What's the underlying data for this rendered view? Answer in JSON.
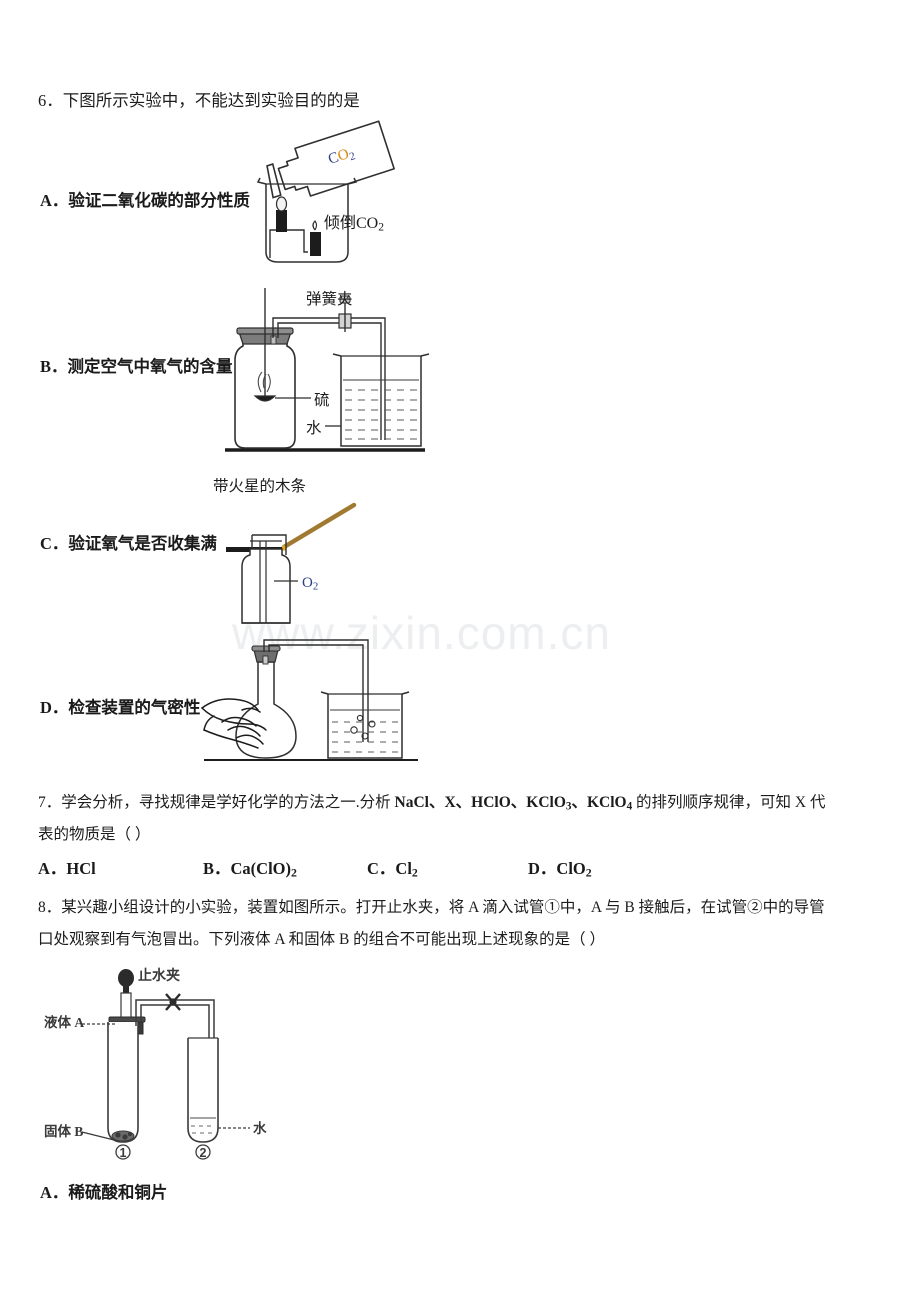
{
  "watermark": {
    "text": "www.zixin.com.cn"
  },
  "questions": [
    {
      "number": "6",
      "stem": "．下图所示实验中，不能达到实验目的的是",
      "options": [
        {
          "label": "A．",
          "text": "验证二氧化碳的部分性质"
        },
        {
          "label": "B．",
          "text": "测定空气中氧气的含量"
        },
        {
          "label": "C．",
          "text": "验证氧气是否收集满"
        },
        {
          "label": "D．",
          "text": "检查装置的气密性"
        }
      ],
      "figure_labels": {
        "a_bottle": "CO",
        "a_bottle_sub": "2",
        "a_caption": "倾倒CO",
        "a_caption_sub": "2",
        "b_clamp": "弹簧夹",
        "b_sulfur": "硫",
        "b_water": "水",
        "c_splint": "带火星的木条",
        "c_gas": "O",
        "c_gas_sub": "2"
      }
    },
    {
      "number": "7",
      "stem_line1_a": "．学会分析，寻找规律是学好化学的方法之一.分析 ",
      "stem_formula": "NaCl、X、HClO、KClO3、KClO4",
      "stem_line1_b": " 的排列顺序规律，可知 X 代",
      "stem_line2": "表的物质是（     ）",
      "choices": [
        {
          "label": "A．",
          "formula": "HCl"
        },
        {
          "label": "B．",
          "formula": "Ca(ClO)2"
        },
        {
          "label": "C．",
          "formula": "Cl2"
        },
        {
          "label": "D．",
          "formula": "ClO2"
        }
      ]
    },
    {
      "number": "8",
      "stem_line1": "．某兴趣小组设计的小实验，装置如图所示。打开止水夹，将 A 滴入试管①中，A 与 B 接触后，在试管②中的导管",
      "stem_line2": "口处观察到有气泡冒出。下列液体 A 和固体 B 的组合不可能出现上述现象的是（     ）",
      "figure_labels": {
        "clamp": "止水夹",
        "liquid_a": "液体 A",
        "solid_b": "固体 B",
        "water": "水",
        "tube_one": "①",
        "tube_two": "②"
      },
      "options": [
        {
          "label": "A．",
          "text": "稀硫酸和铜片"
        }
      ]
    }
  ],
  "colors": {
    "ink": "#1c1c1c",
    "line": "#3a3a3a",
    "co2_orange": "#d9880f",
    "co2_blue": "#2b3f86",
    "splint_brown": "#a07a30",
    "watermark": "#eceef0",
    "stopper_gray": "#6e6e6e"
  }
}
